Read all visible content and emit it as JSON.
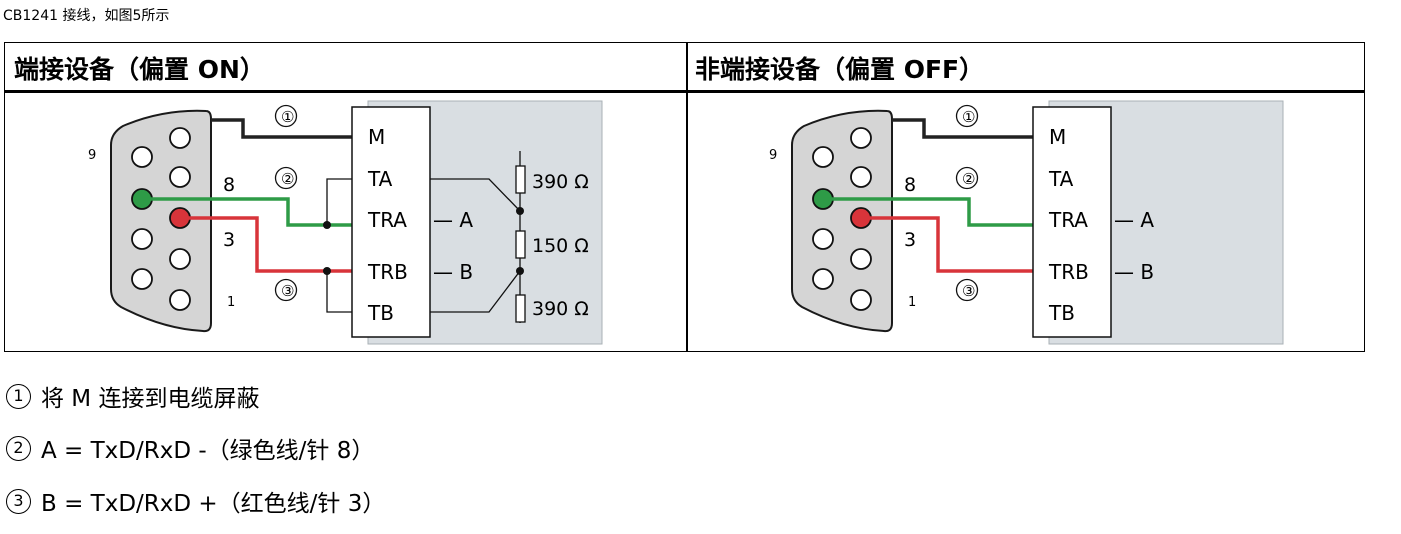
{
  "caption": "CB1241 接线，如图5所示",
  "panels": {
    "left": {
      "title": "端接设备（偏置 ON）",
      "markers": [
        "①",
        "②",
        "③"
      ],
      "pins": {
        "nine": "9",
        "eight": "8",
        "three": "3",
        "one": "1"
      },
      "terminals": [
        "M",
        "TA",
        "TRA",
        "TRB",
        "TB"
      ],
      "signals": {
        "a": "— A",
        "b": "— B"
      },
      "resistors": [
        "390 Ω",
        "150 Ω",
        "390 Ω"
      ]
    },
    "right": {
      "title": "非端接设备（偏置 OFF）",
      "markers": [
        "①",
        "②",
        "③"
      ],
      "pins": {
        "nine": "9",
        "eight": "8",
        "three": "3",
        "one": "1"
      },
      "terminals": [
        "M",
        "TA",
        "TRA",
        "TRB",
        "TB"
      ],
      "signals": {
        "a": "— A",
        "b": "— B"
      }
    }
  },
  "legend": [
    {
      "num": "1",
      "text": "将 M 连接到电缆屏蔽"
    },
    {
      "num": "2",
      "text": "A = TxD/RxD -（绿色线/针 8）"
    },
    {
      "num": "3",
      "text": "B = TxD/RxD +（红色线/针 3）"
    }
  ],
  "colors": {
    "green": "#2e9b47",
    "red": "#d8343a",
    "panel": "#d9dee2",
    "connector": "#d5d5d5"
  }
}
